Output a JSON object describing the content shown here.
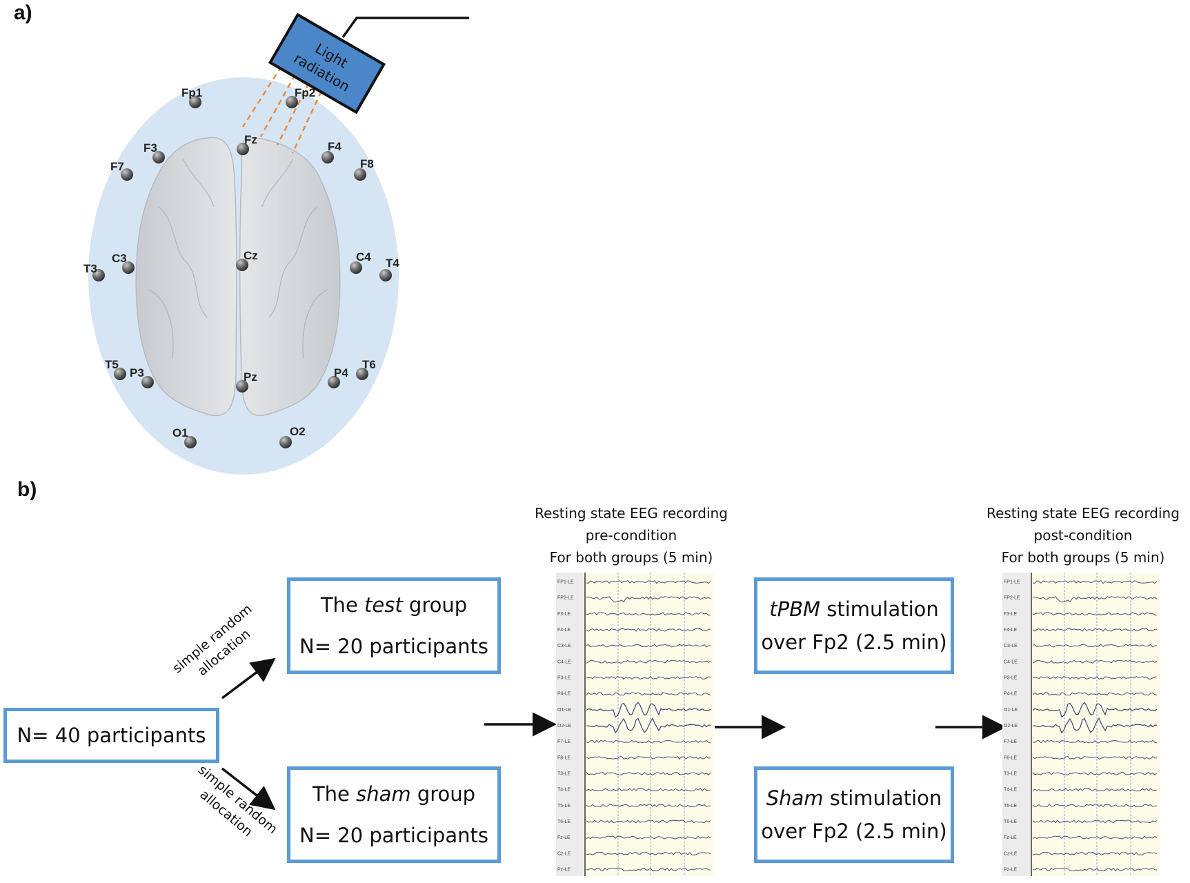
{
  "panel_a": {
    "label": "a)",
    "device_lines": [
      "Light",
      "radiation"
    ],
    "electrodes": [
      {
        "name": "Fp1"
      },
      {
        "name": "Fp2"
      },
      {
        "name": "F7"
      },
      {
        "name": "F3"
      },
      {
        "name": "Fz"
      },
      {
        "name": "F4"
      },
      {
        "name": "F8"
      },
      {
        "name": "T3"
      },
      {
        "name": "C3"
      },
      {
        "name": "Cz"
      },
      {
        "name": "C4"
      },
      {
        "name": "T4"
      },
      {
        "name": "T5"
      },
      {
        "name": "P3"
      },
      {
        "name": "Pz"
      },
      {
        "name": "P4"
      },
      {
        "name": "T6"
      },
      {
        "name": "O1"
      },
      {
        "name": "O2"
      }
    ]
  },
  "panel_b": {
    "label": "b)",
    "total_box": "N= 40 participants",
    "allocation_upper": [
      "simple random",
      "allocation"
    ],
    "allocation_lower": [
      "simple random",
      "allocation"
    ],
    "test_group": {
      "pre": "The ",
      "em": "test",
      "post": " group",
      "n": "N= 20 participants"
    },
    "sham_group": {
      "pre": "The ",
      "em": "sham",
      "post": " group",
      "n": "N= 20 participants"
    },
    "eeg_pre_title": [
      "Resting state EEG recording",
      "pre-condition",
      "For both groups (5 min)"
    ],
    "eeg_post_title": [
      "Resting state EEG recording",
      "post-condition",
      "For both groups (5 min)"
    ],
    "tpbm_box": {
      "em": "tPBM",
      "post": " stimulation",
      "line2": "over Fp2 (2.5 min)"
    },
    "sham_box": {
      "em": "Sham",
      "post": " stimulation",
      "line2": "over Fp2 (2.5 min)"
    },
    "channels": [
      "FP1-LE",
      "FP2-LE",
      "F3-LE",
      "F4-LE",
      "C3-LE",
      "C4-LE",
      "P3-LE",
      "P4-LE",
      "O1-LE",
      "O2-LE",
      "F7-LE",
      "F8-LE",
      "T3-LE",
      "T4-LE",
      "T5-LE",
      "T6-LE",
      "Fz-LE",
      "Cz-LE",
      "Pz-LE"
    ]
  },
  "colors": {
    "box_border": "#5b9bd5",
    "device_fill": "#4a86c8",
    "scalp_fill": "#d6e5f3",
    "beam": "#f08a3c"
  }
}
